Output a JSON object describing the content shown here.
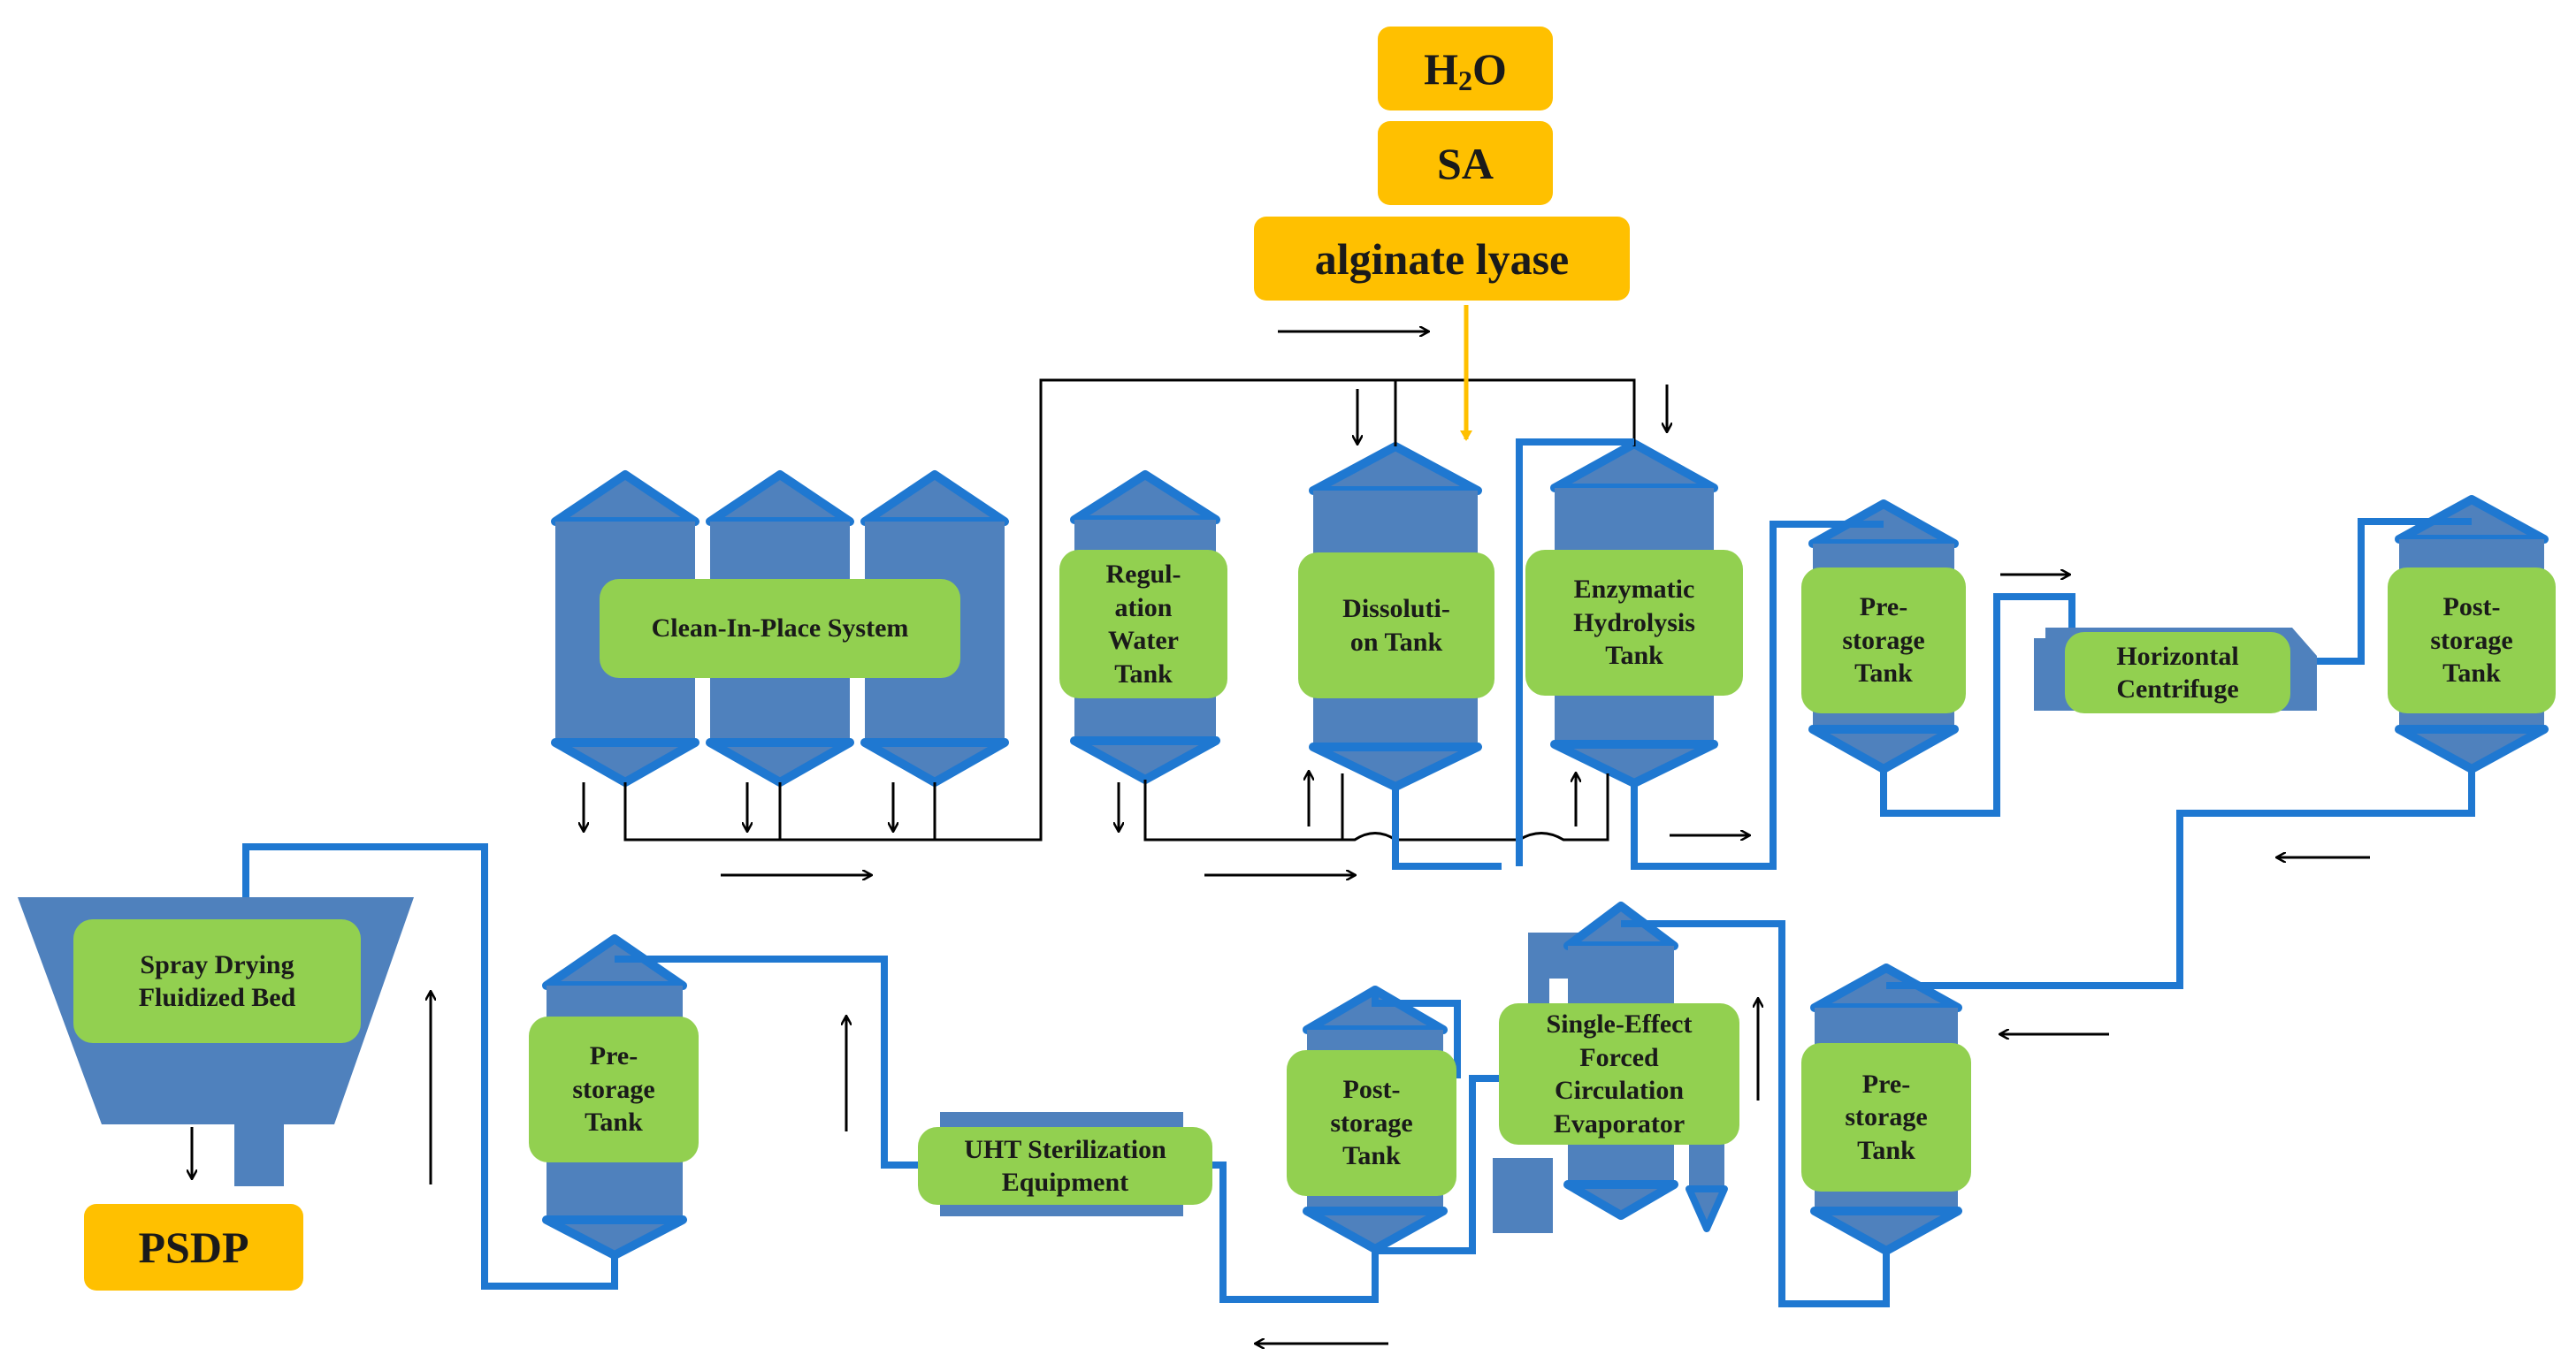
{
  "inputs": {
    "water_main": "H",
    "water_sub": "2",
    "water_tail": "O",
    "sa": "SA",
    "enzyme": "alginate lyase"
  },
  "output": {
    "product": "PSDP"
  },
  "equipment": {
    "cip": "Clean-In-Place System",
    "regulation_tank": "Regul-\nation\nWater\nTank",
    "dissolution_tank": "Dissoluti-\non Tank",
    "hydrolysis_tank": "Enzymatic\nHydrolysis\nTank",
    "prestorage_1": "Pre-\nstorage\nTank",
    "centrifuge": "Horizontal\nCentrifuge",
    "poststorage_1": "Post-\nstorage\nTank",
    "prestorage_2": "Pre-\nstorage\nTank",
    "evaporator": "Single-Effect\nForced\nCirculation\nEvaporator",
    "poststorage_2": "Post-\nstorage\nTank",
    "uht": "UHT Sterilization\nEquipment",
    "prestorage_3": "Pre-\nstorage\nTank",
    "spray_dryer": "Spray Drying\nFluidized Bed"
  },
  "colors": {
    "vessel": "#4f81bd",
    "pipe": "#1f78d1",
    "label_green": "#92d050",
    "input_orange": "#ffc000",
    "feed_line": "#ffc000",
    "cip_line": "#000000"
  }
}
